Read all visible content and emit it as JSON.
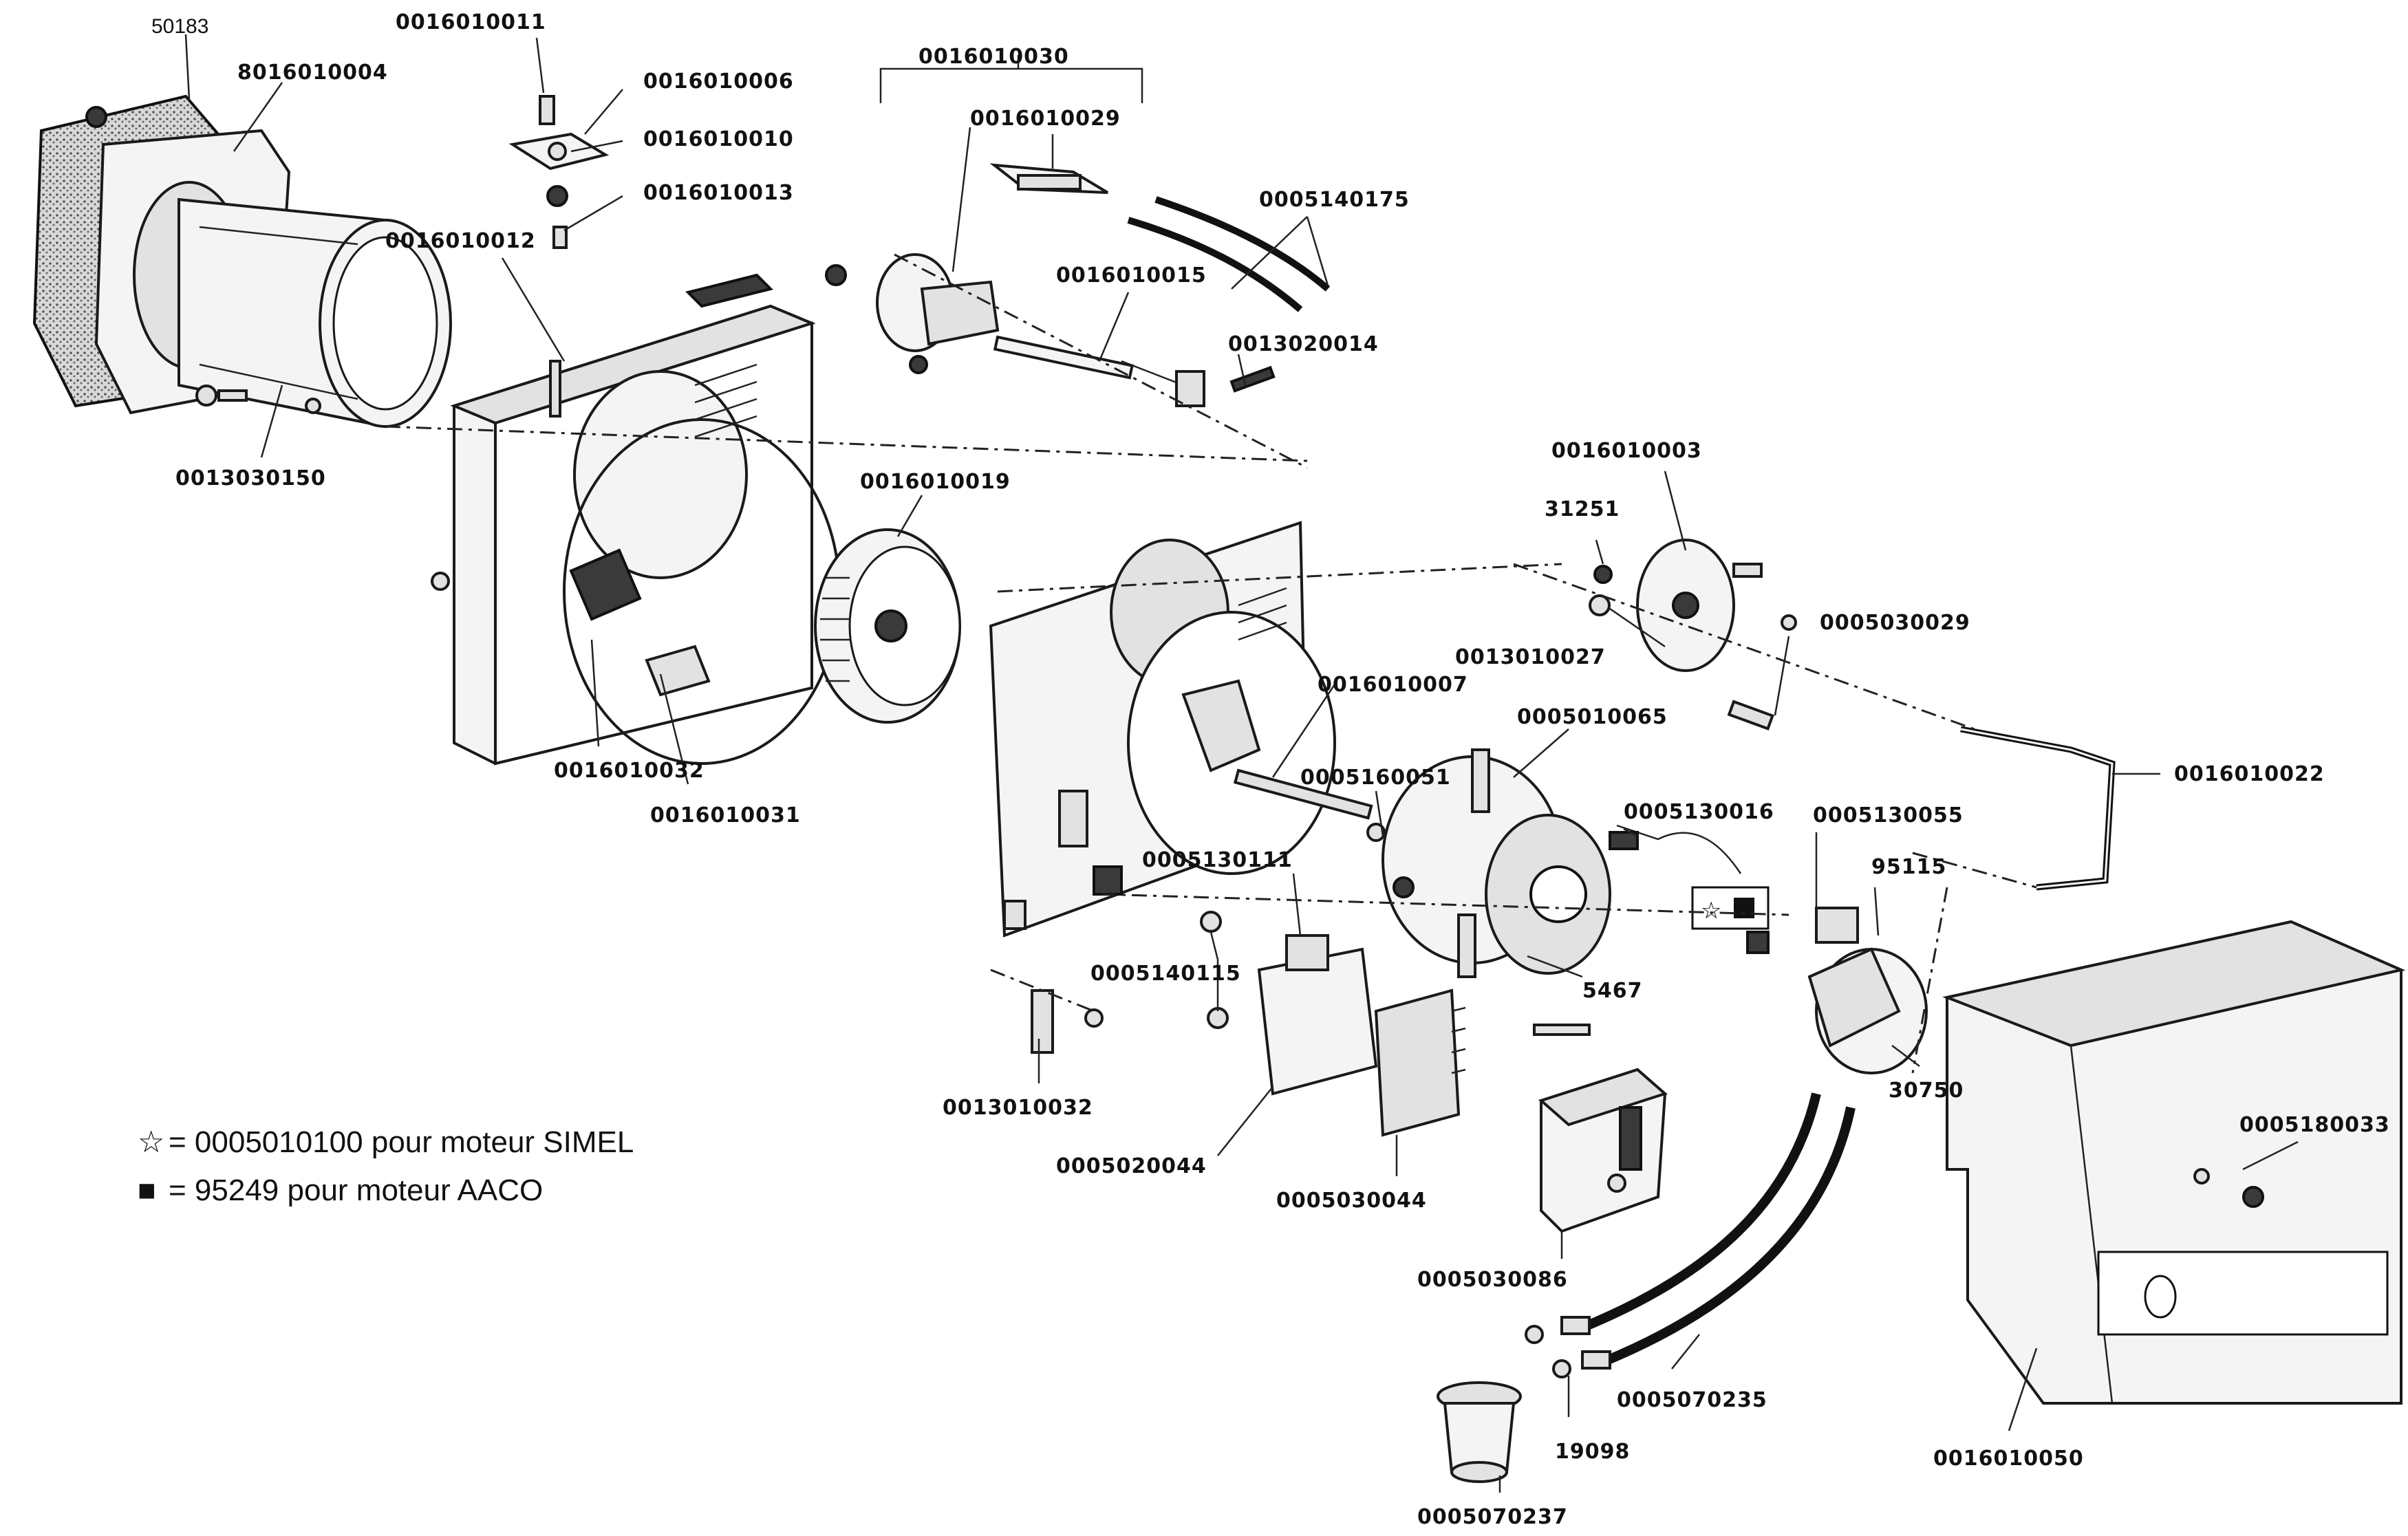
{
  "labels": {
    "l50183": "50183",
    "l8016010004": "8016010004",
    "l0016010011": "0016010011",
    "l0016010006": "0016010006",
    "l0016010010": "0016010010",
    "l0016010013": "0016010013",
    "l0016010012": "0016010012",
    "l0013030150": "0013030150",
    "l0016010030": "0016010030",
    "l0016010029": "0016010029",
    "l0005140175": "0005140175",
    "l0016010015": "0016010015",
    "l0013020014": "0013020014",
    "l0016010019": "0016010019",
    "l0016010003": "0016010003",
    "l31251": "31251",
    "l0005030029": "0005030029",
    "l0013010027": "0013010027",
    "l0016010007": "0016010007",
    "l0005010065": "0005010065",
    "l0016010022": "0016010022",
    "l0016010032": "0016010032",
    "l0016010031": "0016010031",
    "l0005160051": "0005160051",
    "l0005130016": "0005130016",
    "l0005130055": "0005130055",
    "l95115": "95115",
    "l0005130111": "0005130111",
    "l5467": "5467",
    "l0005140115": "0005140115",
    "l30750": "30750",
    "l0005180033": "0005180033",
    "l0013010032": "0013010032",
    "l0005020044": "0005020044",
    "l0005030044": "0005030044",
    "l0005030086": "0005030086",
    "l0005070235": "0005070235",
    "l19098": "19098",
    "l0016010050": "0016010050",
    "l0005070237": "0005070237"
  },
  "legend": {
    "star_symbol": "☆",
    "star_text": "= 0005010100 pour moteur SIMEL",
    "square_symbol": "■",
    "square_text": "= 95249 pour moteur AACO"
  }
}
